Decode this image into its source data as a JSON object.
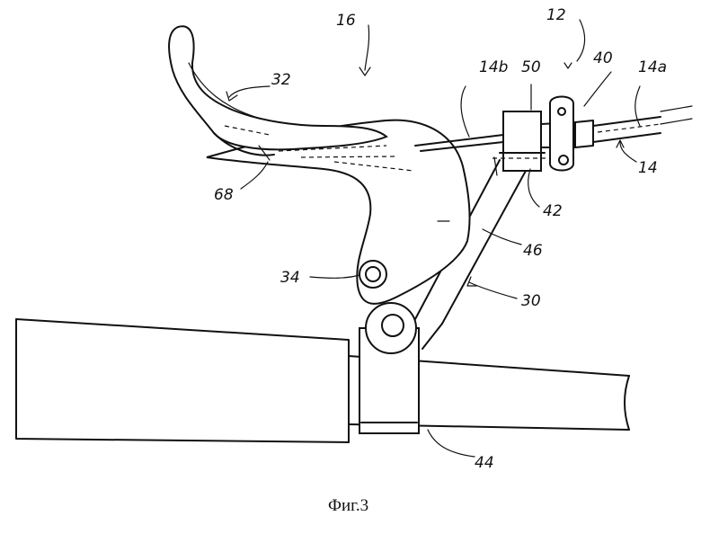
{
  "caption": "Фиг.3",
  "labels": {
    "l16": "16",
    "l12": "12",
    "l32": "32",
    "l14b": "14b",
    "l50": "50",
    "l40": "40",
    "l14a": "14a",
    "l14": "14",
    "l68": "68",
    "l42": "42",
    "l46": "46",
    "l34": "34",
    "l30": "30",
    "l44": "44"
  }
}
